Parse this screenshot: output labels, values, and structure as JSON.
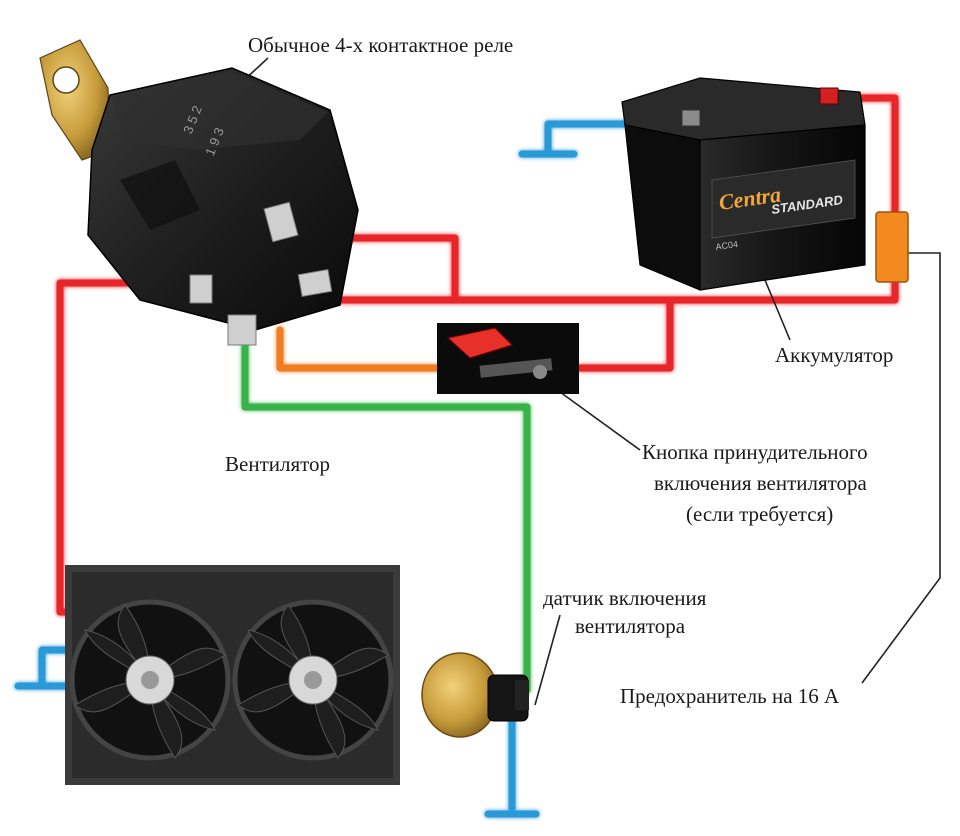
{
  "labels": {
    "relay": "Обычное 4-х контактное реле",
    "battery": "Аккумулятор",
    "button_line1": "Кнопка принудительного",
    "button_line2": "включения вентилятора",
    "button_line3": "(если требуется)",
    "fan": "Вентилятор",
    "sensor_line1": "датчик включения",
    "sensor_line2": "вентилятора",
    "fuse": "Предохранитель на 16 А"
  },
  "relay_markings": {
    "line1": "3 5 2",
    "line2": "1 9 3"
  },
  "battery_brand": {
    "logo": "Centra",
    "model": "STANDARD",
    "code": "AC04"
  },
  "colors": {
    "power_wire": "#e8252a",
    "ground_wire": "#2a9ad6",
    "fan_wire": "#37b34a",
    "button_wire": "#f07d22",
    "fuse": "#f28a1e",
    "relay_body": "#1c1c1c",
    "battery_body": "#141414"
  }
}
